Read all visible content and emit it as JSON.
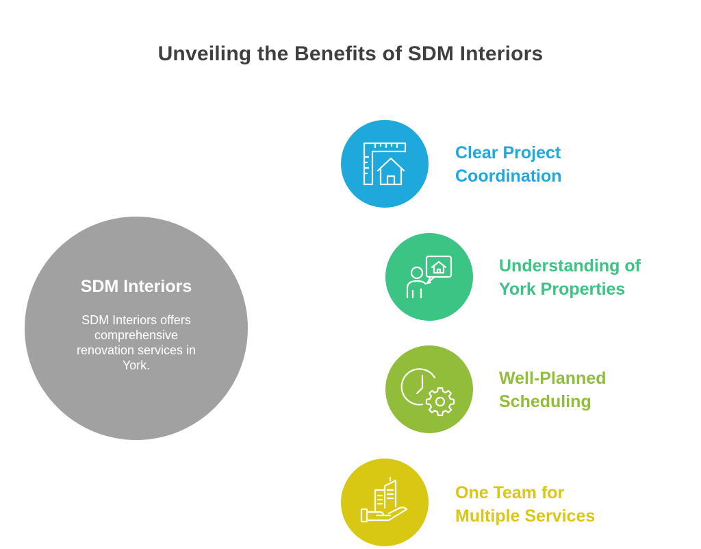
{
  "title": "Unveiling the Benefits of SDM Interiors",
  "center": {
    "title": "SDM Interiors",
    "description": "SDM Interiors offers comprehensive renovation services in York."
  },
  "benefits": [
    {
      "line1": "Clear Project",
      "line2": "Coordination",
      "color": "#1fa8dc",
      "icon": "ruler-house-icon"
    },
    {
      "line1": "Understanding of",
      "line2": "York Properties",
      "color": "#3bc483",
      "icon": "person-house-speech-icon"
    },
    {
      "line1": "Well-Planned",
      "line2": "Scheduling",
      "color": "#92bd3a",
      "icon": "clock-gear-icon"
    },
    {
      "line1": "One Team for",
      "line2": "Multiple Services",
      "color": "#d8c814",
      "icon": "hand-buildings-icon"
    }
  ]
}
